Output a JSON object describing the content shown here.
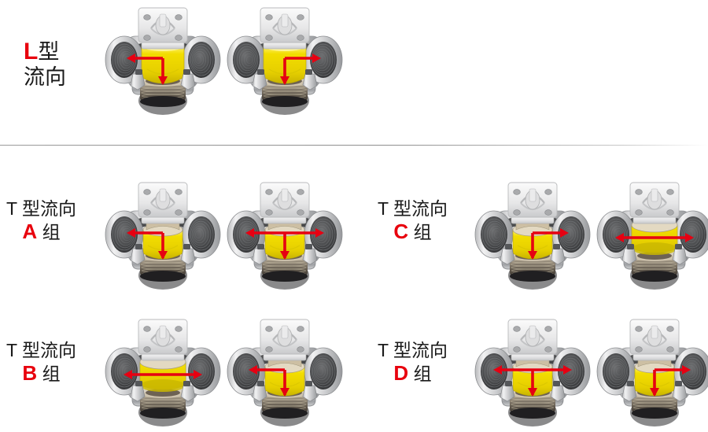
{
  "page": {
    "background": "#ffffff",
    "accent_color": "#e8000d",
    "arrow_color": "#e60012",
    "ball_color": "#f2dd00",
    "divider_color": "#9a9a9a"
  },
  "sections": [
    {
      "id": "l-type",
      "label": {
        "line1_accent": "L",
        "line1_rest": "型",
        "line2": "流向"
      },
      "valves": [
        {
          "id": "l-1",
          "flow": "down-left",
          "ball": "l-port",
          "ports": [
            "left",
            "right",
            "bottom"
          ]
        },
        {
          "id": "l-2",
          "flow": "down-right",
          "ball": "l-port",
          "ports": [
            "left",
            "right",
            "bottom"
          ]
        }
      ]
    },
    {
      "id": "t-type-a",
      "label": {
        "line1": "T 型流向",
        "line2_accent": "A",
        "line2_rest": "组"
      },
      "valves": [
        {
          "id": "a-1",
          "flow": "down-left",
          "ball": "t-port",
          "ports": [
            "left",
            "right",
            "bottom"
          ]
        },
        {
          "id": "a-2",
          "flow": "tee-left-right-down",
          "ball": "t-port",
          "ports": [
            "left",
            "right",
            "bottom"
          ]
        }
      ]
    },
    {
      "id": "t-type-b",
      "label": {
        "line1": "T 型流向",
        "line2_accent": "B",
        "line2_rest": "组"
      },
      "valves": [
        {
          "id": "b-1",
          "flow": "straight-horizontal",
          "ball": "straight",
          "ports": [
            "left",
            "right",
            "bottom"
          ]
        },
        {
          "id": "b-2",
          "flow": "down-left",
          "ball": "t-port",
          "ports": [
            "left",
            "right",
            "bottom"
          ]
        }
      ]
    },
    {
      "id": "t-type-c",
      "label": {
        "line1": "T 型流向",
        "line2_accent": "C",
        "line2_rest": "组"
      },
      "valves": [
        {
          "id": "c-1",
          "flow": "down-right",
          "ball": "t-port",
          "ports": [
            "left",
            "right",
            "bottom"
          ]
        },
        {
          "id": "c-2",
          "flow": "straight-horizontal",
          "ball": "straight",
          "ports": [
            "left",
            "right",
            "bottom"
          ]
        }
      ]
    },
    {
      "id": "t-type-d",
      "label": {
        "line1": "T 型流向",
        "line2_accent": "D",
        "line2_rest": "组"
      },
      "valves": [
        {
          "id": "d-1",
          "flow": "tee-left-right-down",
          "ball": "t-port",
          "ports": [
            "left",
            "right",
            "bottom"
          ]
        },
        {
          "id": "d-2",
          "flow": "down-right",
          "ball": "t-port",
          "ports": [
            "left",
            "right",
            "bottom"
          ]
        }
      ]
    }
  ]
}
